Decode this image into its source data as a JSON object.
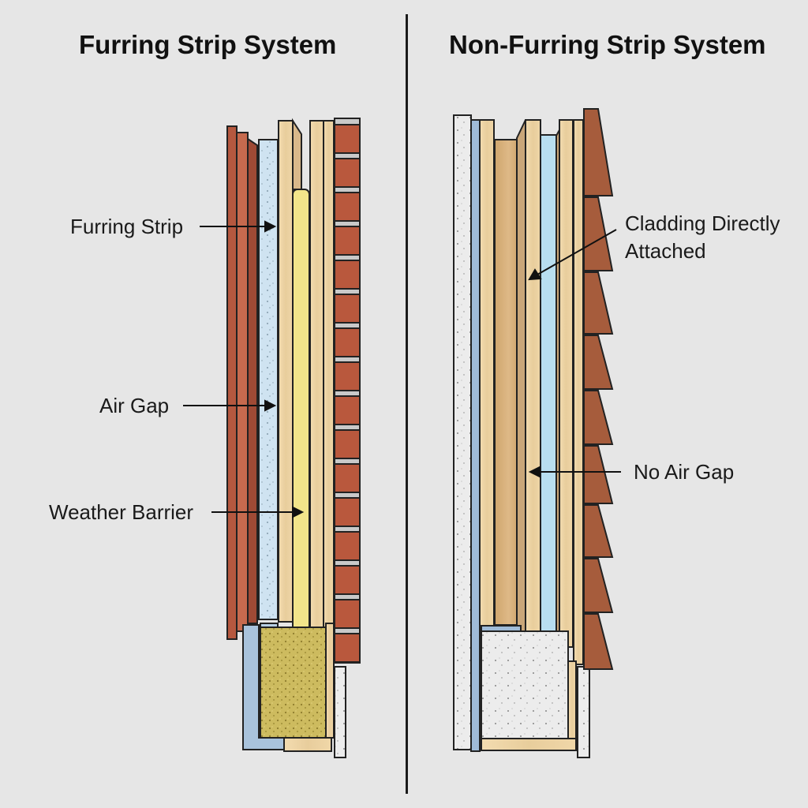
{
  "left_panel": {
    "title": "Furring Strip System",
    "labels": [
      {
        "text": "Furring Strip"
      },
      {
        "text": "Air Gap"
      },
      {
        "text": "Weather Barrier"
      }
    ]
  },
  "right_panel": {
    "title": "Non-Furring Strip System",
    "labels": [
      {
        "text": "Cladding Directly Attached",
        "line1": "Cladding Directly",
        "line2": "Attached"
      },
      {
        "text": "No Air Gap"
      }
    ]
  },
  "colors": {
    "background": "#e6e6e6",
    "brick": "#b5583f",
    "wood": "#edd2a4",
    "insulation_blue": "#c9e1f0",
    "weather_barrier_yellow": "#f2e58a",
    "gravel": "#c7b55a",
    "concrete": "#ebebeb",
    "membrane_blue": "#9fbbd8",
    "shingle": "#a65c3c"
  }
}
